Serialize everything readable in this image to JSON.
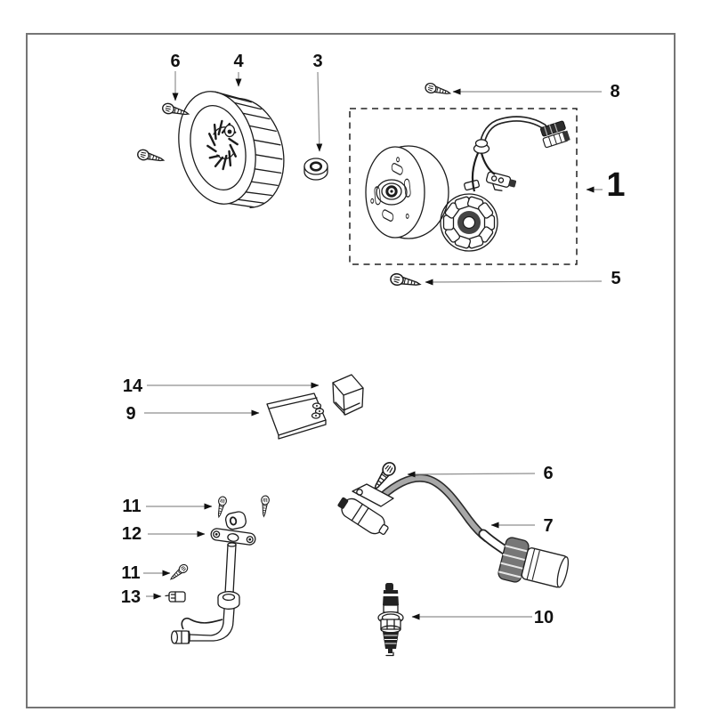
{
  "page": {
    "type": "parts-catalog-exploded-diagram",
    "subject": "ignition-magneto-system-diagram",
    "background_color": "#ffffff",
    "frame_border_color": "#757575",
    "line_color": "#1c1c1c",
    "leader_line_color": "#8f8f8f",
    "label_color": "#111111"
  },
  "diagram": {
    "callouts": [
      {
        "label": "6",
        "points_to": "flange-screw-upper-left"
      },
      {
        "label": "4",
        "points_to": "fan-wheel"
      },
      {
        "label": "3",
        "points_to": "flange-nut"
      },
      {
        "label": "8",
        "points_to": "flange-screw-top-right"
      },
      {
        "label": "1",
        "points_to": "magneto-assembly",
        "emphasis": "large"
      },
      {
        "label": "5",
        "points_to": "flange-screw-below-box"
      },
      {
        "label": "14",
        "points_to": "cdi-cover"
      },
      {
        "label": "9",
        "points_to": "cdi-unit"
      },
      {
        "label": "11",
        "points_to": "bracket-screw-upper"
      },
      {
        "label": "12",
        "points_to": "sensor-bracket"
      },
      {
        "label": "11",
        "points_to": "bracket-screw-lower"
      },
      {
        "label": "13",
        "points_to": "cable-clip"
      },
      {
        "label": "6",
        "points_to": "coil-mount-screw"
      },
      {
        "label": "7",
        "points_to": "ignition-coil"
      },
      {
        "label": "10",
        "points_to": "spark-plug"
      }
    ]
  }
}
